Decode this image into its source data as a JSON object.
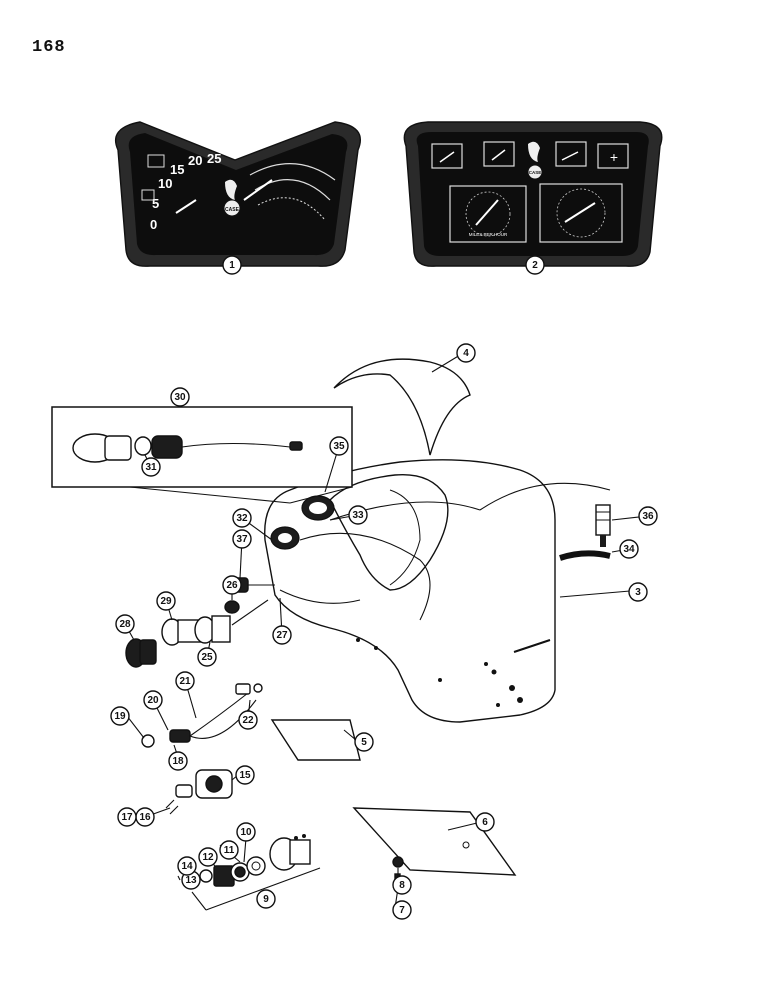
{
  "page": {
    "number": "168"
  },
  "panel1": {
    "speed_numbers": [
      "0",
      "5",
      "10",
      "15",
      "20",
      "25"
    ],
    "brand": "CASE"
  },
  "panel2": {
    "brand": "CASE",
    "speedo_label": "MILES PER HOUR"
  },
  "callouts": [
    {
      "id": "c1",
      "label": "1"
    },
    {
      "id": "c2",
      "label": "2"
    },
    {
      "id": "c3",
      "label": "3"
    },
    {
      "id": "c4",
      "label": "4"
    },
    {
      "id": "c5",
      "label": "5"
    },
    {
      "id": "c6",
      "label": "6"
    },
    {
      "id": "c7",
      "label": "7"
    },
    {
      "id": "c8",
      "label": "8"
    },
    {
      "id": "c9",
      "label": "9"
    },
    {
      "id": "c10",
      "label": "10"
    },
    {
      "id": "c11",
      "label": "11"
    },
    {
      "id": "c12",
      "label": "12"
    },
    {
      "id": "c13",
      "label": "13"
    },
    {
      "id": "c14",
      "label": "14"
    },
    {
      "id": "c15",
      "label": "15"
    },
    {
      "id": "c16",
      "label": "16"
    },
    {
      "id": "c17",
      "label": "17"
    },
    {
      "id": "c18",
      "label": "18"
    },
    {
      "id": "c19",
      "label": "19"
    },
    {
      "id": "c20",
      "label": "20"
    },
    {
      "id": "c21",
      "label": "21"
    },
    {
      "id": "c22",
      "label": "22"
    },
    {
      "id": "c25",
      "label": "25"
    },
    {
      "id": "c26",
      "label": "26"
    },
    {
      "id": "c27",
      "label": "27"
    },
    {
      "id": "c28",
      "label": "28"
    },
    {
      "id": "c29",
      "label": "29"
    },
    {
      "id": "c30",
      "label": "30"
    },
    {
      "id": "c31",
      "label": "31"
    },
    {
      "id": "c32",
      "label": "32"
    },
    {
      "id": "c33",
      "label": "33"
    },
    {
      "id": "c34",
      "label": "34"
    },
    {
      "id": "c35",
      "label": "35"
    },
    {
      "id": "c36",
      "label": "36"
    },
    {
      "id": "c37",
      "label": "37"
    }
  ]
}
